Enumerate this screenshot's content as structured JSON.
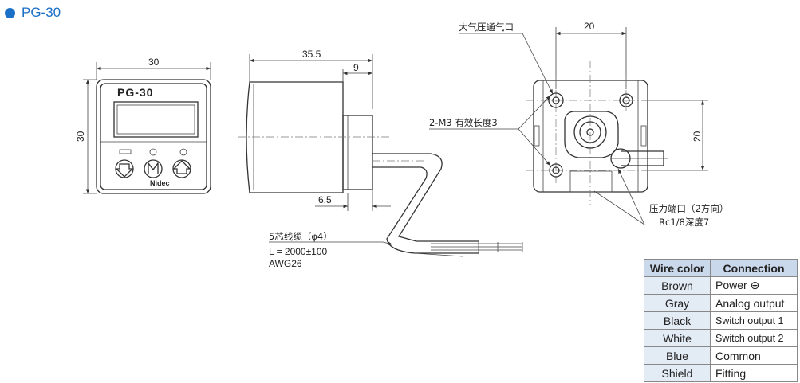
{
  "title": "PG-30",
  "front_view": {
    "width_dim": "30",
    "height_dim": "30",
    "model": "PG-30",
    "brand": "Nidec"
  },
  "side_view": {
    "dim_total": "35.5",
    "dim_right": "9",
    "dim_bottom": "6.5"
  },
  "cable": {
    "line1": "5芯线缆（φ4）",
    "line2": "L = 2000±100",
    "line3": "AWG26"
  },
  "rear_view": {
    "dim_top": "20",
    "dim_right": "20",
    "vent_label": "大气压通气口",
    "screw_label": "2-M3 有效长度3",
    "port_label_1": "压力端口（2方向）",
    "port_label_2": "Rc1/8深度7"
  },
  "wire_table": {
    "headers": [
      "Wire color",
      "Connection"
    ],
    "rows": [
      {
        "color": "Brown",
        "connection": "Power ⊕"
      },
      {
        "color": "Gray",
        "connection": "Analog output"
      },
      {
        "color": "Black",
        "connection": "Switch output 1"
      },
      {
        "color": "White",
        "connection": "Switch output 2"
      },
      {
        "color": "Blue",
        "connection": "Common"
      },
      {
        "color": "Shield",
        "connection": "Fitting"
      }
    ]
  }
}
